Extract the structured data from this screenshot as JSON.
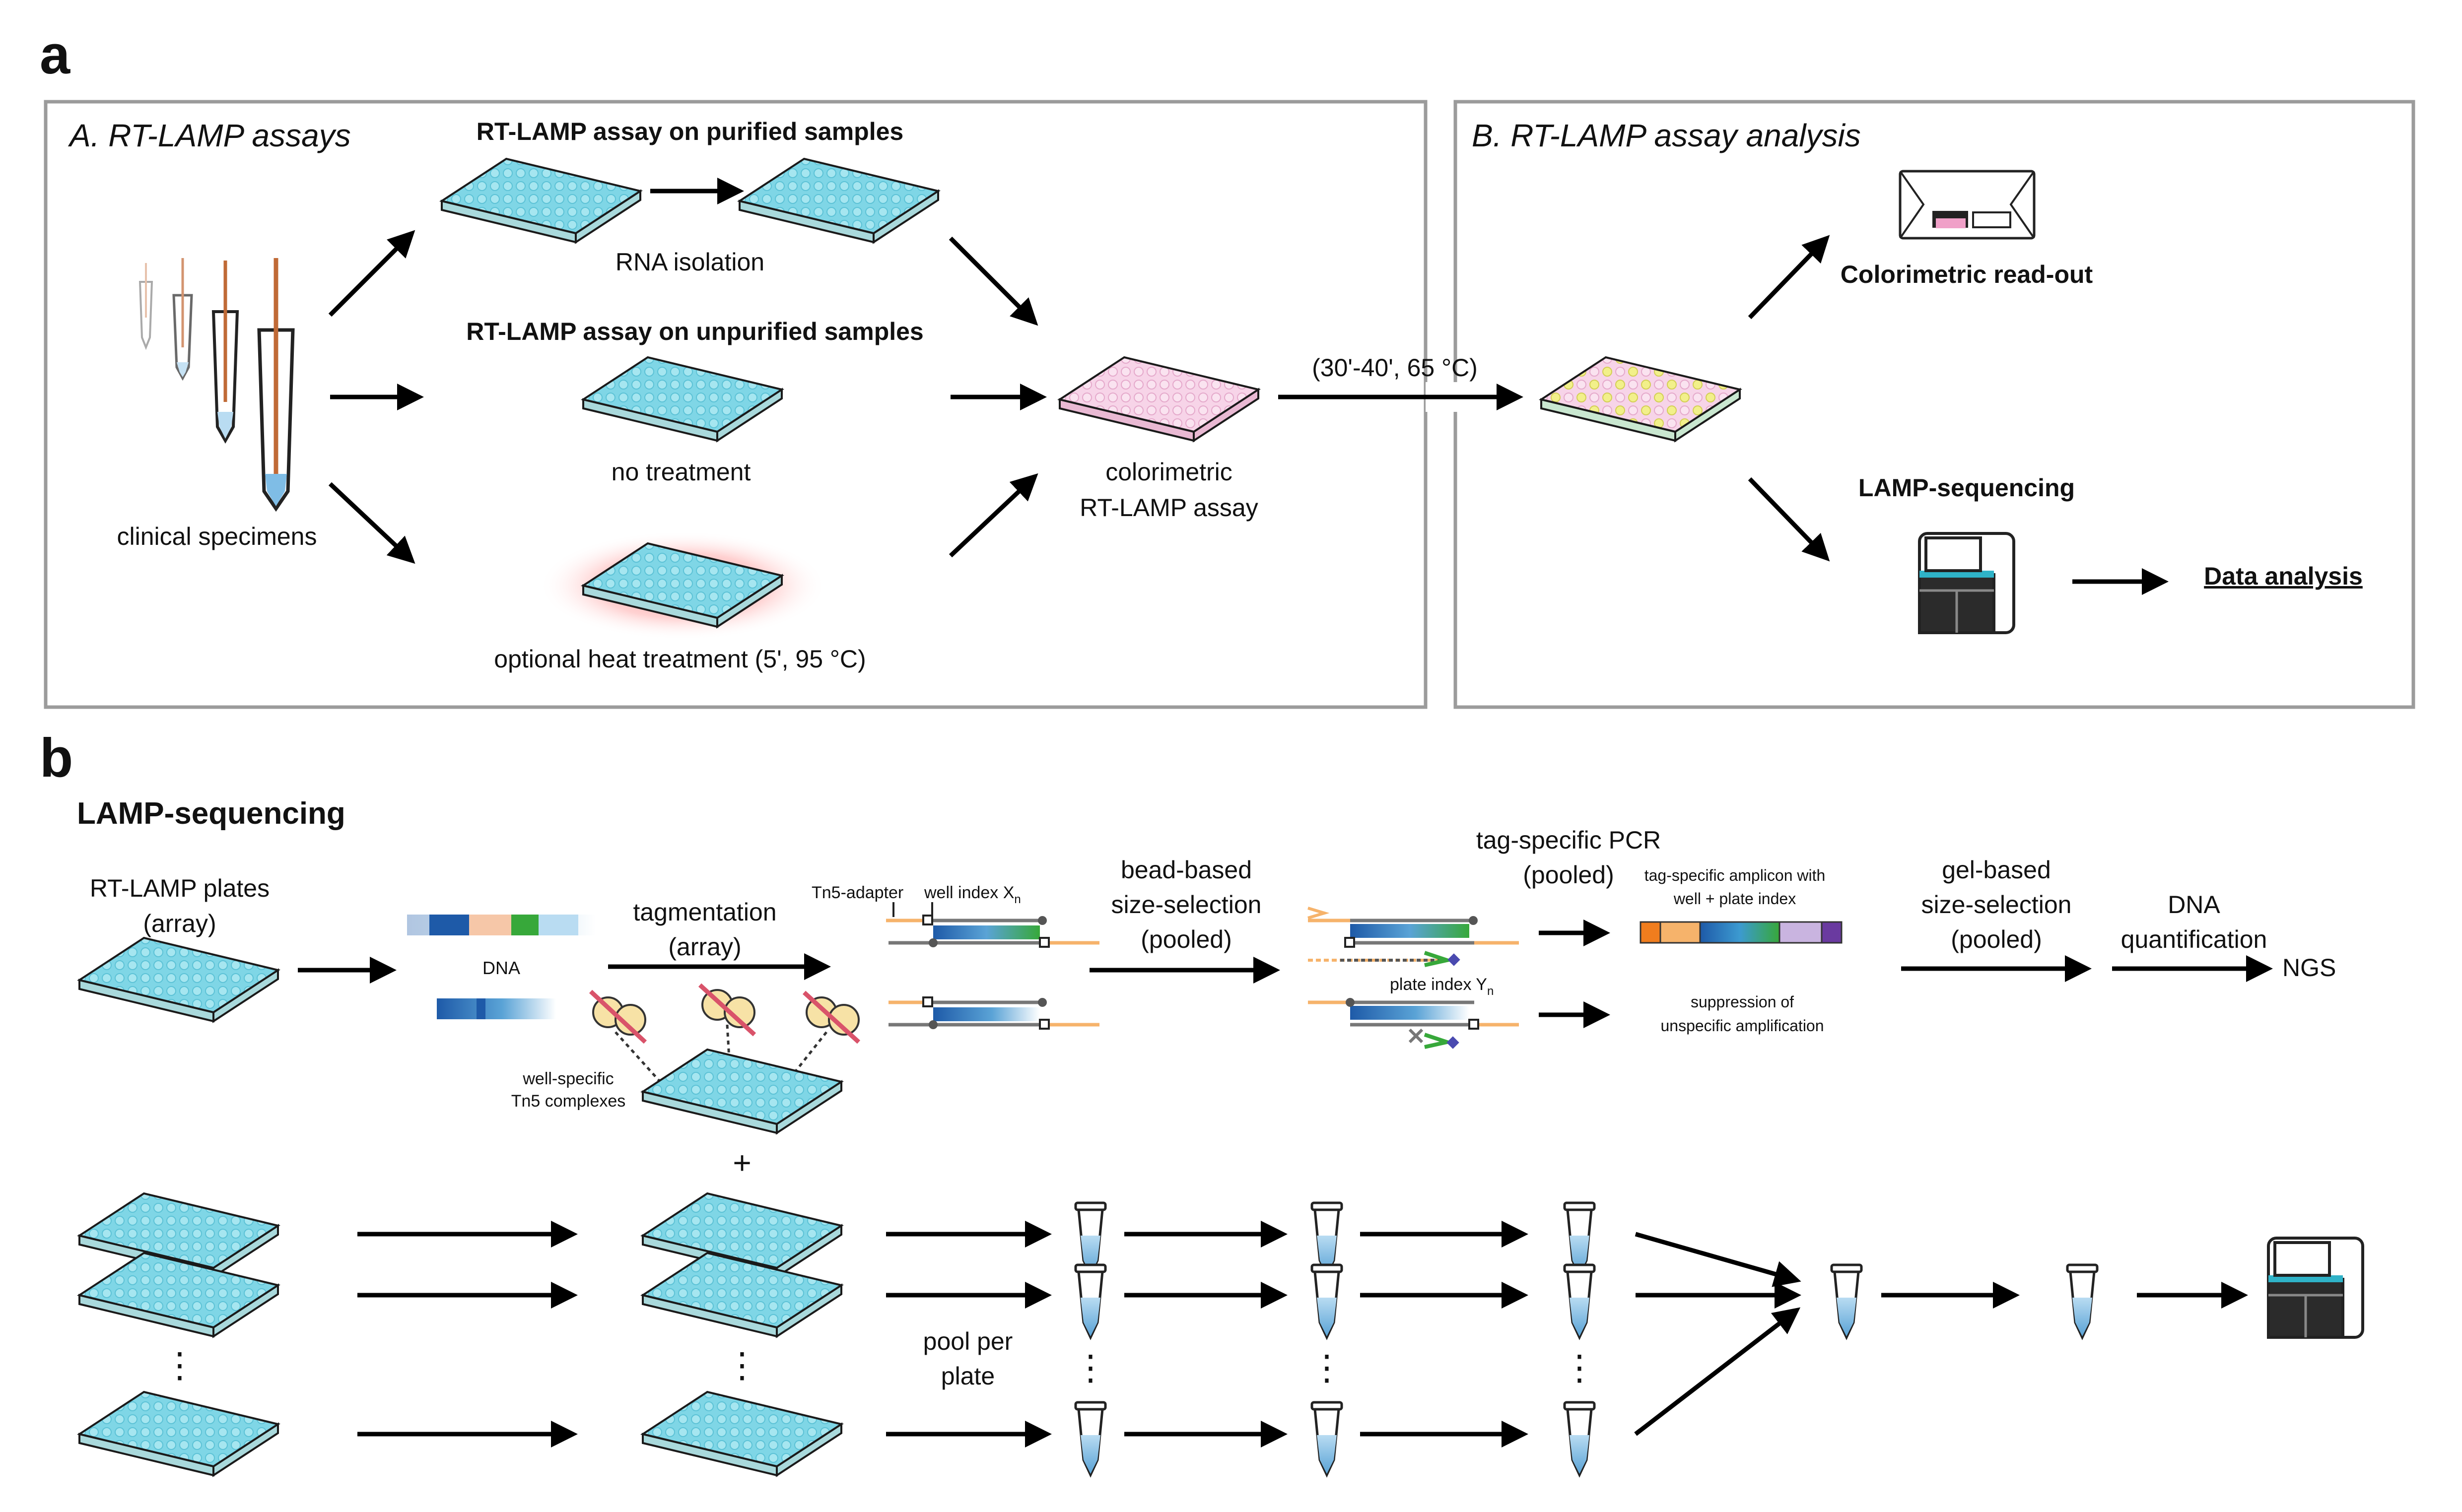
{
  "panel_letters": {
    "a": "a",
    "b": "b"
  },
  "panel_a": {
    "section_A_title": "A. RT-LAMP assays",
    "section_B_title": "B. RT-LAMP assay analysis",
    "purified_title": "RT-LAMP assay on purified samples",
    "rna_isolation": "RNA isolation",
    "unpurified_title": "RT-LAMP assay on unpurified samples",
    "no_treatment": "no treatment",
    "heat_treatment": "optional heat treatment (5', 95 °C)",
    "clinical_specimens": "clinical specimens",
    "colorimetric_line1": "colorimetric",
    "colorimetric_line2": "RT-LAMP assay",
    "incubation": "(30'-40', 65 °C)",
    "colorimetric_readout": "Colorimetric read-out",
    "lamp_sequencing": "LAMP-sequencing",
    "data_analysis": "Data analysis"
  },
  "panel_b": {
    "title": "LAMP-sequencing",
    "plates_line1": "RT-LAMP plates",
    "plates_line2": "(array)",
    "dna": "DNA",
    "tagmentation_line1": "tagmentation",
    "tagmentation_line2": "(array)",
    "tn5_adapter": "Tn5-adapter",
    "well_index": "well index X",
    "well_index_sub": "n",
    "tn5_line1": "well-specific",
    "tn5_line2": "Tn5 complexes",
    "bead_line1": "bead-based",
    "bead_line2": "size-selection",
    "bead_line3": "(pooled)",
    "pcr_line1": "tag-specific PCR",
    "pcr_line2": "(pooled)",
    "plate_index": "plate index Y",
    "plate_index_sub": "n",
    "amplicon_line1": "tag-specific amplicon with",
    "amplicon_line2": "well + plate index",
    "suppression_line1": "suppression of",
    "suppression_line2": "unspecific amplification",
    "gel_line1": "gel-based",
    "gel_line2": "size-selection",
    "gel_line3": "(pooled)",
    "dnaq_line1": "DNA",
    "dnaq_line2": "quantification",
    "ngs": "NGS",
    "plus": "+",
    "pool_line1": "pool per",
    "pool_line2": "plate",
    "vdots": "⋮"
  },
  "colors": {
    "plate_cyan": "#7fd6e6",
    "plate_pink": "#f5c6e0",
    "orange_adapter": "#f6b36b",
    "blue_dna": "#2a6fb5",
    "green_tag": "#37a83a",
    "panel_border": "#9b9b9b"
  },
  "icons": [
    "tube-icon",
    "well-plate-icon",
    "gel-reader-icon",
    "sequencer-icon",
    "tn5-complex-icon"
  ]
}
